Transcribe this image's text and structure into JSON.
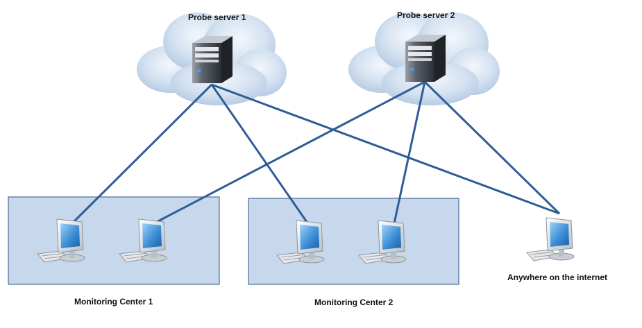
{
  "servers": [
    {
      "id": "probe-1",
      "label": "Probe server 1"
    },
    {
      "id": "probe-2",
      "label": "Probe server 2"
    }
  ],
  "centers": [
    {
      "id": "center-1",
      "label": "Monitoring Center 1"
    },
    {
      "id": "center-2",
      "label": "Monitoring Center 2"
    }
  ],
  "internet": {
    "label": "Anywhere on the internet"
  },
  "colors": {
    "link": "#2f5d95",
    "zone_border": "#2f4f86",
    "cloud": "#c9d9ec",
    "monitor_screen": "#3d8fd6",
    "server_body": "#4a4f58"
  },
  "links": [
    [
      "probe-1",
      "pc-1a"
    ],
    [
      "probe-1",
      "pc-2a"
    ],
    [
      "probe-1",
      "pc-internet"
    ],
    [
      "probe-2",
      "pc-1b"
    ],
    [
      "probe-2",
      "pc-2b"
    ],
    [
      "probe-2",
      "pc-internet"
    ]
  ]
}
